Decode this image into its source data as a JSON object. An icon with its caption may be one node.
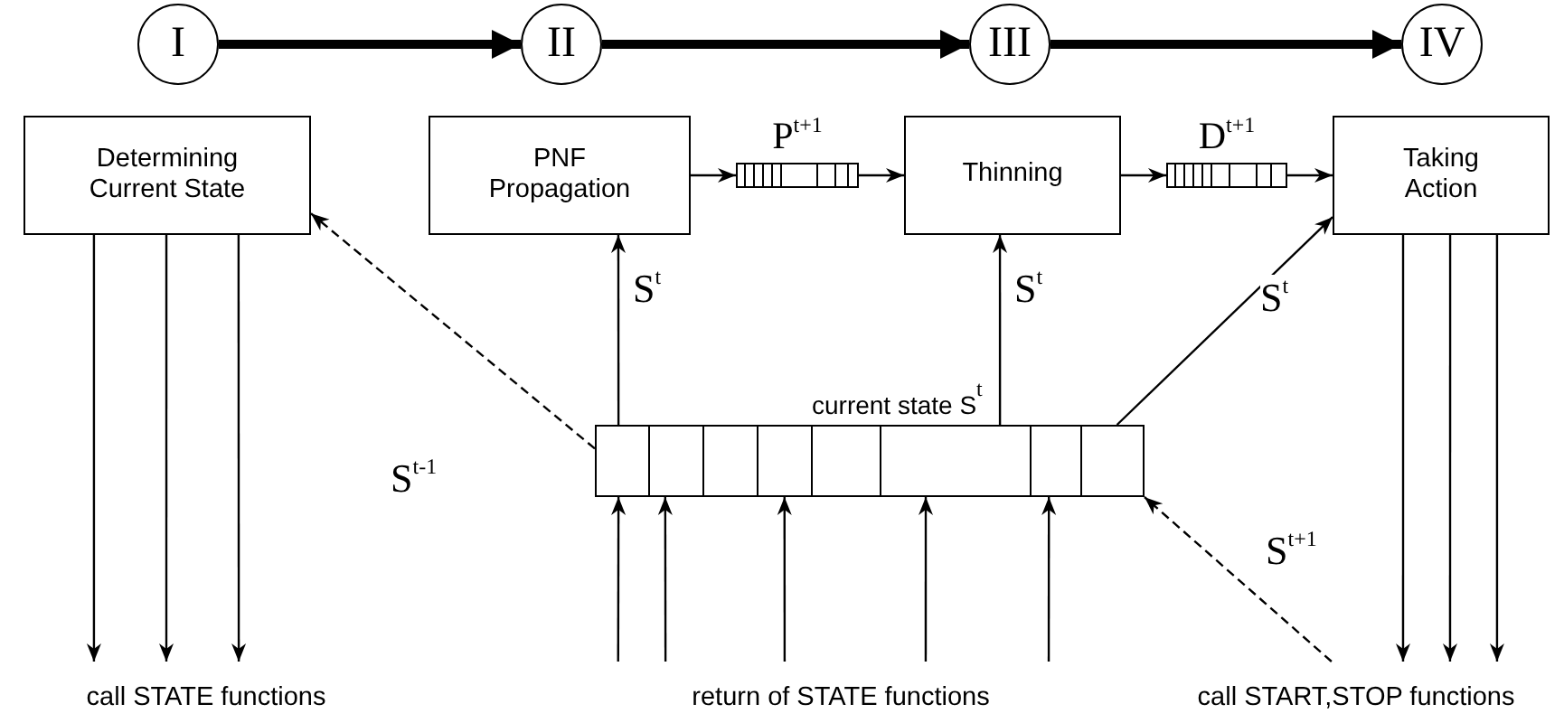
{
  "diagram": {
    "nodes": [
      {
        "text": [
          "I"
        ]
      },
      {
        "text": [
          "II"
        ]
      },
      {
        "text": [
          "III"
        ]
      },
      {
        "text": [
          "IV"
        ]
      },
      {
        "text": [
          "Determining Current State"
        ]
      },
      {
        "text": [
          "PNF Propagation"
        ]
      },
      {
        "text": [],
        "shape": "bar",
        "beside": [
          "P$^{t+1}$"
        ]
      },
      {
        "text": [
          "Thinning"
        ]
      },
      {
        "text": [],
        "shape": "bar",
        "beside": [
          "D$^{t+1}$"
        ]
      },
      {
        "text": [
          "Taking Action"
        ]
      },
      {
        "text": [
          "current state S$^{t}$"
        ]
      },
      {
        "text": [
          "call STATE functions"
        ]
      },
      {
        "text": [
          "return of STATE functions"
        ]
      },
      {
        "text": [
          "call START,STOP functions"
        ]
      }
    ],
    "edges": [
      {
        "from": 0,
        "to": 1,
        "arrow": "to",
        "style": "thick"
      },
      {
        "from": 1,
        "to": 2,
        "arrow": "to",
        "style": "thick"
      },
      {
        "from": 2,
        "to": 3,
        "arrow": "to",
        "style": "thick"
      },
      {
        "from": 5,
        "to": 6,
        "arrow": "to"
      },
      {
        "from": 6,
        "to": 7,
        "arrow": "to"
      },
      {
        "from": 7,
        "to": 8,
        "arrow": "to"
      },
      {
        "from": 8,
        "to": 9,
        "arrow": "to"
      },
      {
        "from": 10,
        "to": 5,
        "arrow": "to",
        "label": "S$^{t}$"
      },
      {
        "from": 10,
        "to": 7,
        "arrow": "to",
        "label": "S$^{t}$"
      },
      {
        "from": 10,
        "to": 9,
        "arrow": "to",
        "label": "S$^{t}$"
      },
      {
        "from": 10,
        "to": 4,
        "arrow": "to",
        "style": "dashed",
        "label": "S$^{t-1}$"
      },
      {
        "from": 13,
        "to": 10,
        "arrow": "to",
        "style": "dashed",
        "label": "S$^{t+1}$"
      },
      {
        "from": 4,
        "to": 11,
        "arrow": "to"
      },
      {
        "from": 4,
        "to": 11,
        "arrow": "to"
      },
      {
        "from": 4,
        "to": 11,
        "arrow": "to"
      },
      {
        "from": 12,
        "to": 10,
        "arrow": "to"
      },
      {
        "from": 12,
        "to": 10,
        "arrow": "to"
      },
      {
        "from": 12,
        "to": 10,
        "arrow": "to"
      },
      {
        "from": 12,
        "to": 10,
        "arrow": "to"
      },
      {
        "from": 12,
        "to": 10,
        "arrow": "to"
      },
      {
        "from": 9,
        "to": 13,
        "arrow": "to"
      },
      {
        "from": 9,
        "to": 13,
        "arrow": "to"
      },
      {
        "from": 9,
        "to": 13,
        "arrow": "to"
      }
    ]
  }
}
